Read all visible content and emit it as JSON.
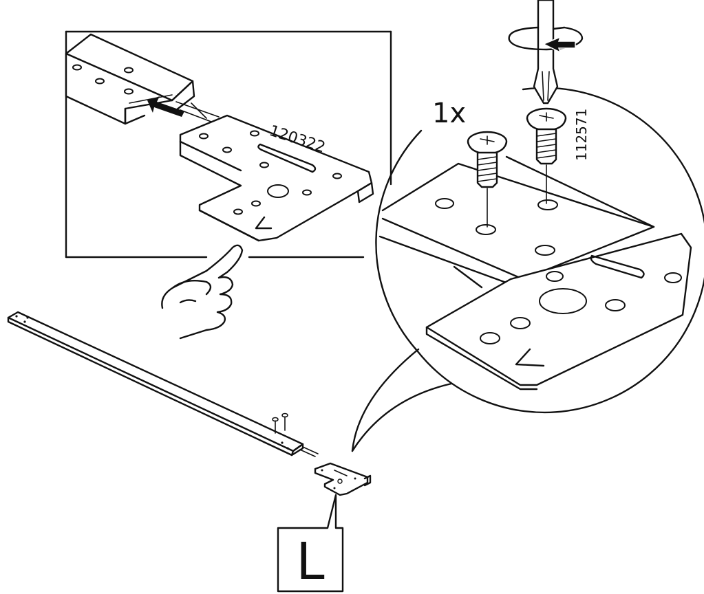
{
  "instruction": {
    "part_number_bracket": "120322",
    "part_number_screw": "112571",
    "quantity": "1x",
    "side_marker": "L"
  },
  "icons": {
    "pointing_hand": "pointing-hand-icon",
    "screwdriver": "screwdriver-icon",
    "rotation_arrow": "clockwise-rotation-icon"
  }
}
